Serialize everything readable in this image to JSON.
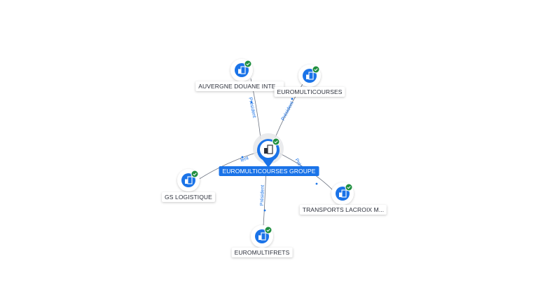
{
  "center": {
    "label": "EUROMULTICOURSES GROUPE",
    "icon": "building-icon",
    "badge": "verified-check-icon"
  },
  "nodes": [
    {
      "id": "auvergne",
      "label": "AUVERGNE DOUANE INTE...",
      "icon": "building-icon"
    },
    {
      "id": "euromulticourses",
      "label": "EUROMULTICOURSES",
      "icon": "building-icon"
    },
    {
      "id": "gs",
      "label": "GS LOGISTIQUE",
      "icon": "building-icon"
    },
    {
      "id": "transports",
      "label": "TRANSPORTS LACROIX M...",
      "icon": "building-icon"
    },
    {
      "id": "eurofrets",
      "label": "EUROMULTIFRETS",
      "icon": "building-icon"
    }
  ],
  "edges": [
    {
      "to": "auvergne",
      "label": "Président"
    },
    {
      "to": "euromulticourses",
      "label": "Président"
    },
    {
      "to": "gs",
      "label": "Président"
    },
    {
      "to": "transports",
      "label": "Président"
    },
    {
      "to": "eurofrets",
      "label": "Président"
    }
  ],
  "colors": {
    "accent": "#1a73e8",
    "badge": "#1e8e3e",
    "edge": "#6b7280",
    "label_text": "#2b2f3a"
  }
}
